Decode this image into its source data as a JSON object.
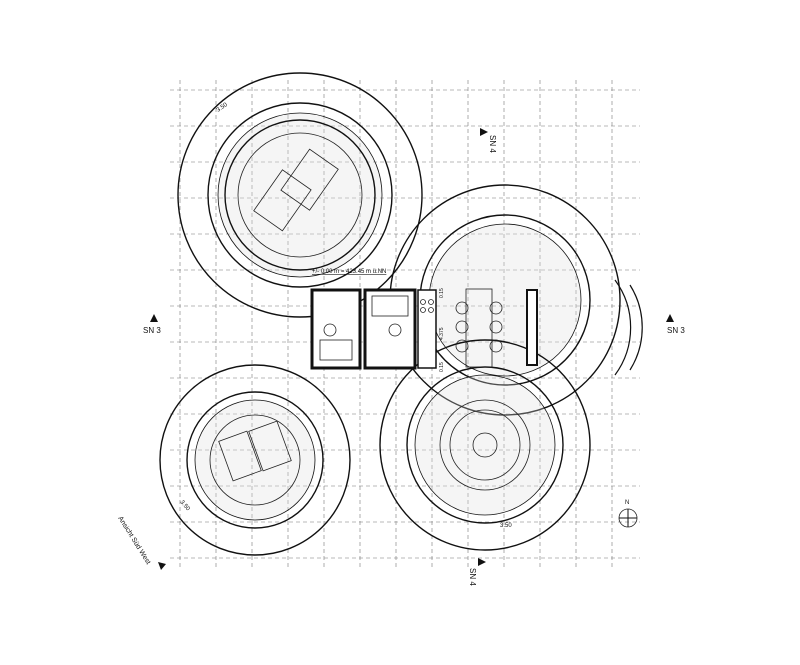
{
  "plan": {
    "section_marks": {
      "top": "SN 4",
      "bottom": "SN 4",
      "left": "SN 3",
      "right": "SN 3"
    },
    "elevation_note": "+/- 0.00 m = 423.45 m ü.NN",
    "view_label": "Ansicht Süd West",
    "north_label": "N",
    "dimensions": {
      "top_left_radius": "3.50",
      "bottom_left_radius": "3.50",
      "bottom_right_radius": "3.50",
      "table_top": "0.15",
      "table_length": "4.375",
      "table_bottom": "0.15"
    }
  }
}
